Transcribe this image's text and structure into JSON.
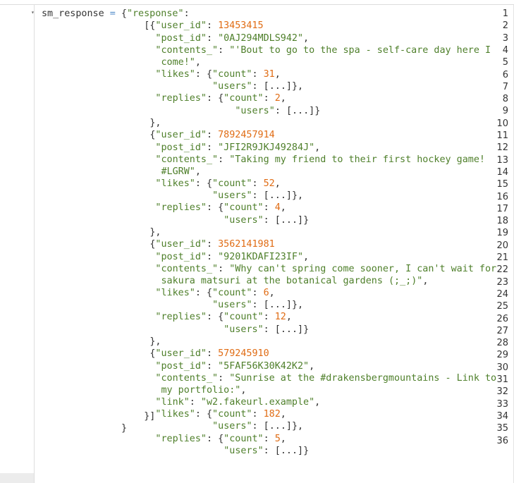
{
  "editor": {
    "line_numbers": [
      "1",
      "2",
      "3",
      "4",
      "5",
      "6",
      "7",
      "8",
      "9",
      "10",
      "11",
      "12",
      "13",
      "14",
      "15",
      "16",
      "17",
      "18",
      "19",
      "20",
      "21",
      "22",
      "23",
      "24",
      "25",
      "26",
      "27",
      "28",
      "29",
      "30",
      "31",
      "32",
      "33",
      "34",
      "35",
      "36"
    ],
    "fold_marker": "▾"
  },
  "code": {
    "var_name": "sm_response",
    "eq": "=",
    "open_obj": "{",
    "response_key": "\"response\"",
    "colon": ":",
    "close_all": "}]",
    "close_obj": "}",
    "posts": [
      {
        "open": "[{",
        "user_id_key": "\"user_id\"",
        "user_id": "13453415",
        "post_id_key": "\"post_id\"",
        "post_id": "\"0AJ294MDLS942\"",
        "contents_key": "\"contents_\"",
        "contents_1": "\"'Bout to go to the spa - self-care day here I",
        "contents_2": "come!\"",
        "likes_key": "\"likes\"",
        "count_key": "\"count\"",
        "likes_count": "31",
        "users_key": "\"users\"",
        "users_val": "[...]",
        "replies_key": "\"replies\"",
        "replies_count": "2"
      },
      {
        "open": "{",
        "user_id_key": "\"user_id\"",
        "user_id": "7892457914",
        "post_id_key": "\"post_id\"",
        "post_id": "\"JFI2R9JKJ49284J\"",
        "contents_key": "\"contents_\"",
        "contents_1": "\"Taking my friend to their first hockey game!",
        "contents_2": "#LGRW\"",
        "likes_key": "\"likes\"",
        "count_key": "\"count\"",
        "likes_count": "52",
        "users_key": "\"users\"",
        "users_val": "[...]",
        "replies_key": "\"replies\"",
        "replies_count": "4"
      },
      {
        "open": "{",
        "user_id_key": "\"user_id\"",
        "user_id": "3562141981",
        "post_id_key": "\"post_id\"",
        "post_id": "\"9201KDAFI23IF\"",
        "contents_key": "\"contents_\"",
        "contents_1": "\"Why can't spring come sooner, I can't wait for",
        "contents_2": "sakura matsuri at the botanical gardens (;_;)\"",
        "likes_key": "\"likes\"",
        "count_key": "\"count\"",
        "likes_count": "6",
        "users_key": "\"users\"",
        "users_val": "[...]",
        "replies_key": "\"replies\"",
        "replies_count": "12"
      },
      {
        "open": "{",
        "user_id_key": "\"user_id\"",
        "user_id": "579245910",
        "post_id_key": "\"post_id\"",
        "post_id": "\"5FAF56K30K42K2\"",
        "contents_key": "\"contents_\"",
        "contents_1": "\"Sunrise at the #drakensbergmountains - Link to",
        "contents_2": "my portfolio:\"",
        "link_key": "\"link\"",
        "link_val": "\"w2.fakeurl.example\"",
        "likes_key": "\"likes\"",
        "count_key": "\"count\"",
        "likes_count": "182",
        "users_key": "\"users\"",
        "users_val": "[...]",
        "replies_key": "\"replies\"",
        "replies_count": "5"
      }
    ]
  }
}
